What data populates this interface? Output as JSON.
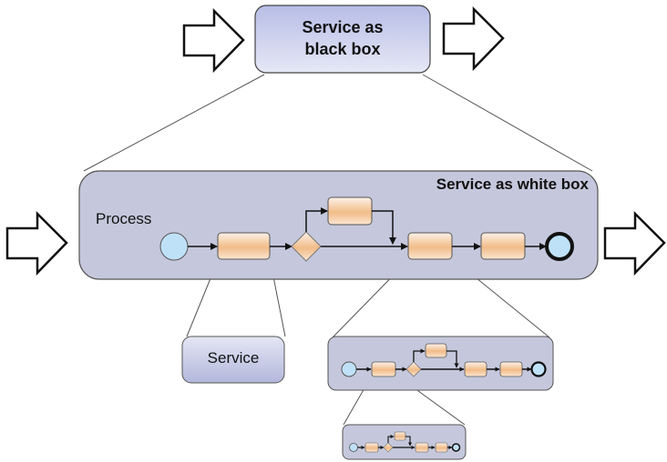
{
  "colors": {
    "container_fill_top": "#d7daf0",
    "container_fill_bottom": "#bfc3dd",
    "white_box_fill": "#c5c8dc",
    "task_top": "#fdf0e6",
    "task_mid": "#f2c08e",
    "event_fill": "#bfe1f8",
    "stroke": "#222222"
  },
  "black_box": {
    "title_line1": "Service as",
    "title_line2": "black box"
  },
  "white_box": {
    "title": "Service as white box",
    "process_label": "Process"
  },
  "service_box": {
    "label": "Service"
  },
  "process_flow": {
    "elements": [
      "start-event",
      "task",
      "gateway",
      "task-upper",
      "task",
      "task",
      "end-event"
    ]
  }
}
